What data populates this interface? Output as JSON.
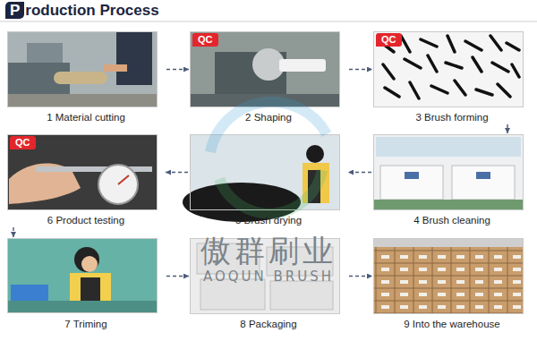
{
  "diagram": {
    "title": "Production Process",
    "nodes": [
      {
        "text": [
          "1 Material cutting"
        ]
      },
      {
        "text": [
          "2 Shaping"
        ]
      },
      {
        "text": [
          "QC"
        ],
        "in": 1
      },
      {
        "text": [
          "3 Brush forming"
        ]
      },
      {
        "text": [
          "QC"
        ],
        "in": 3
      },
      {
        "text": [
          "4 Brush cleaning"
        ]
      },
      {
        "text": [
          "5 Brush drying"
        ]
      },
      {
        "text": [
          "6 Product testing"
        ]
      },
      {
        "text": [
          "QC"
        ],
        "in": 7
      },
      {
        "text": [
          "7 Triming"
        ]
      },
      {
        "text": [
          "8 Packaging"
        ]
      },
      {
        "text": [
          "9 Into the warehouse"
        ]
      }
    ],
    "edges": [
      {
        "from": 0,
        "to": 1,
        "arrow": "to"
      },
      {
        "from": 1,
        "to": 3,
        "arrow": "to"
      },
      {
        "from": 3,
        "to": 5,
        "arrow": "to"
      },
      {
        "from": 5,
        "to": 6,
        "arrow": "to"
      },
      {
        "from": 6,
        "to": 7,
        "arrow": "to"
      },
      {
        "from": 7,
        "to": 9,
        "arrow": "to"
      },
      {
        "from": 9,
        "to": 10,
        "arrow": "to"
      },
      {
        "from": 10,
        "to": 11,
        "arrow": "to"
      }
    ],
    "labels": [
      "傲群刷业",
      "AOQUN BRUSH"
    ]
  }
}
